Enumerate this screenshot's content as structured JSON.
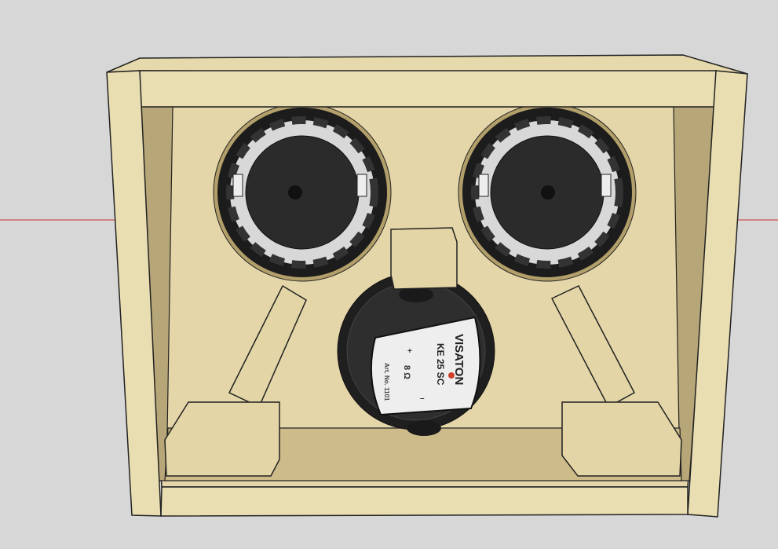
{
  "viewport": {
    "background": "#d7d7d7",
    "axis_color": "#c83232"
  },
  "colors": {
    "wood_front": "#e9ddb2",
    "wood_back": "#e4d6a8",
    "wood_shadow": "#b7a677",
    "speaker_dark": "#2a2a2a",
    "label_bg": "#eeeeee",
    "brand_dot": "#d0402a"
  },
  "tweeter_label": {
    "brand": "VISATON",
    "model": "KE 25 SC",
    "impedance": "8 Ω",
    "article": "Art. No. 1101",
    "plus": "+",
    "minus": "–"
  }
}
